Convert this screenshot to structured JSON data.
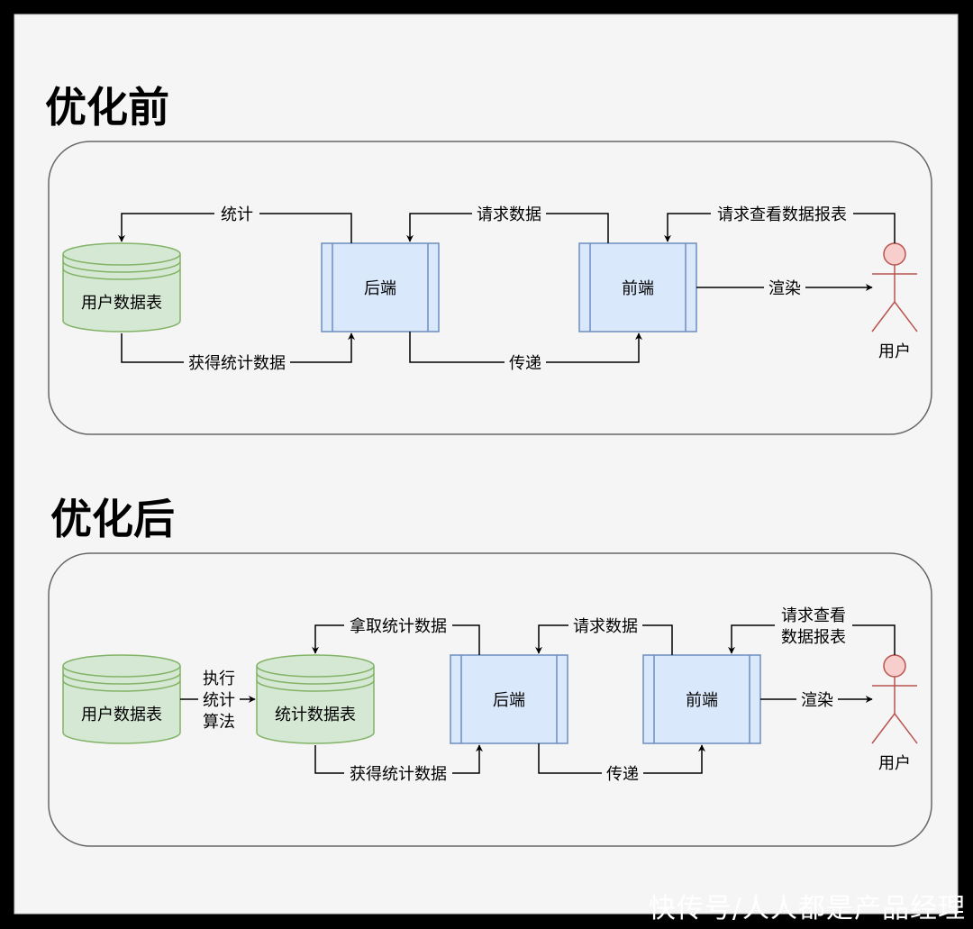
{
  "before": {
    "title": "优化前",
    "nodes": {
      "db": "用户数据表",
      "backend": "后端",
      "frontend": "前端",
      "user": "用户"
    },
    "edges": {
      "stat": "统计",
      "get_stats": "获得统计数据",
      "request_data": "请求数据",
      "pass": "传递",
      "request_report": "请求查看数据报表",
      "render": "渲染"
    }
  },
  "after": {
    "title": "优化后",
    "nodes": {
      "db": "用户数据表",
      "stats_db": "统计数据表",
      "backend": "后端",
      "frontend": "前端",
      "user": "用户"
    },
    "edges": {
      "exec_line1": "执行",
      "exec_line2": "统计",
      "exec_line3": "算法",
      "fetch_stats": "拿取统计数据",
      "get_stats": "获得统计数据",
      "request_data": "请求数据",
      "pass": "传递",
      "request_report_line1": "请求查看",
      "request_report_line2": "数据报表",
      "render": "渲染"
    }
  },
  "watermark": "快传号/人人都是产品经理",
  "colors": {
    "db_fill": "#d5e8d4",
    "db_stroke": "#82b366",
    "process_fill": "#dae8fc",
    "process_stroke": "#6c8ebf",
    "actor_fill": "#f8cecc",
    "actor_stroke": "#b85450",
    "panel_bg": "#f5f5f5",
    "frame_stroke": "#666666"
  }
}
